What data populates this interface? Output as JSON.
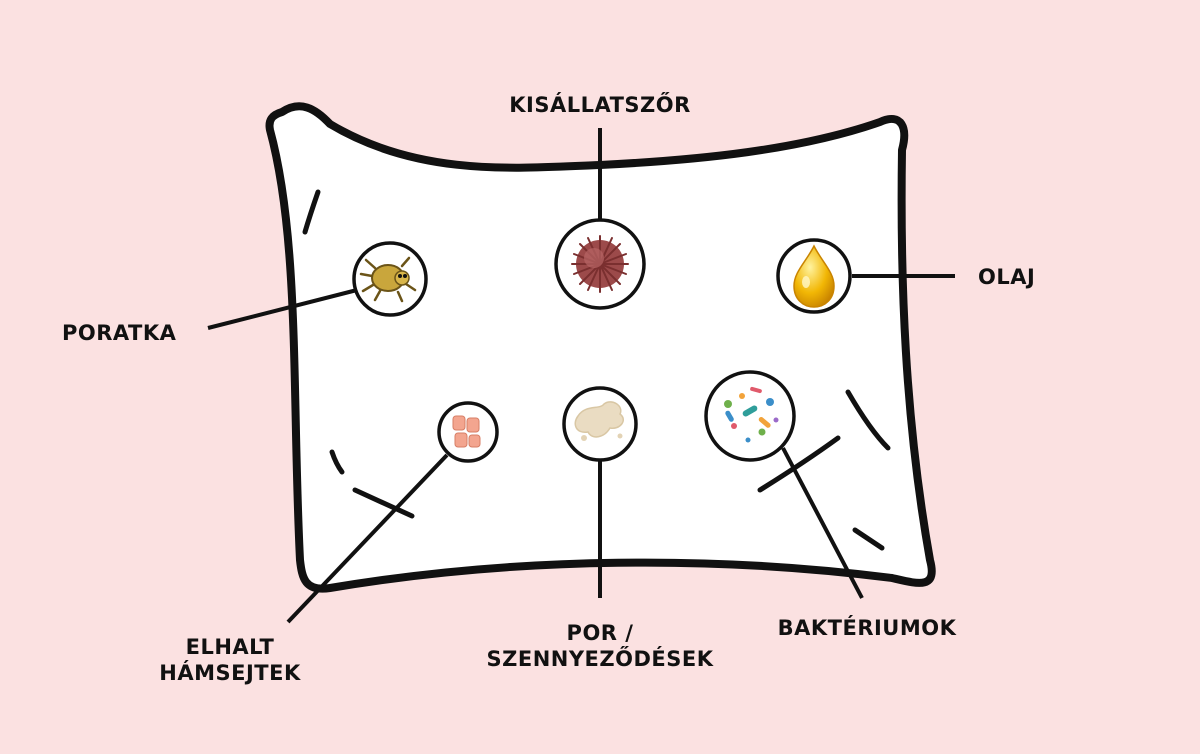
{
  "labels": {
    "pet_hair": "KISÁLLATSZŐR",
    "oil": "OLAJ",
    "dust_mite": "PORATKA",
    "dead_skin_line1": "ELHALT",
    "dead_skin_line2": "HÁMSEJTEK",
    "dust_line1": "POR /",
    "dust_line2": "SZENNYEZŐDÉSEK",
    "bacteria": "BAKTÉRIUMOK"
  },
  "colors": {
    "background": "#fbe1e1",
    "pillow": "#ffffff",
    "outline": "#111111",
    "mite": "#c9a63c",
    "fur": "#9c4a4a",
    "oil": "#f2b705",
    "skin": "#f3a58f",
    "dust": "#eadcc2"
  },
  "icons": [
    "dust-mite-icon",
    "pet-hair-icon",
    "oil-drop-icon",
    "dead-skin-cells-icon",
    "dust-icon",
    "bacteria-icon"
  ]
}
